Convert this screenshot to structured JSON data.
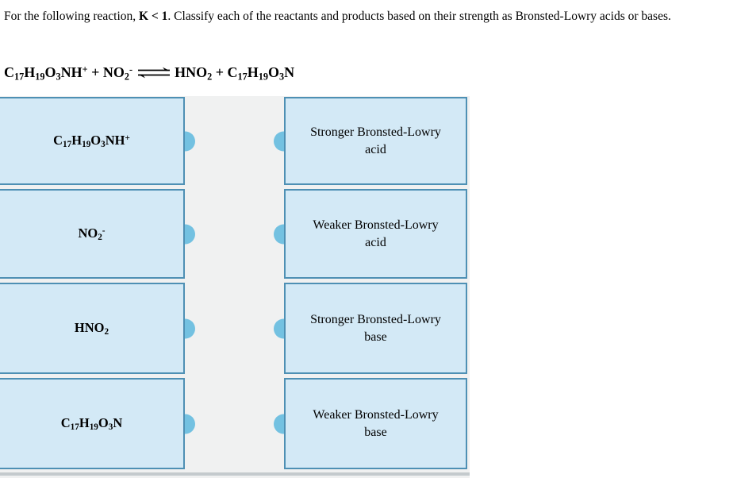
{
  "question": {
    "text_before": "For the following reaction, ",
    "text_bold": "K < 1",
    "text_after": ". Classify each of the reactants and products based on their strength as Bronsted-Lowry acids or bases."
  },
  "equation": {
    "reactants": "C_17_H_19_O_3_NH^+^ + NO_2_^-^",
    "arrow_icon": "equilibrium-double-harpoon",
    "products": "HNO_2_ + C_17_H_19_O_3_N"
  },
  "left_items": [
    {
      "formula": "C_17_H_19_O_3_NH^+^"
    },
    {
      "formula": "NO_2_^-^"
    },
    {
      "formula": "HNO_2_"
    },
    {
      "formula": "C_17_H_19_O_3_N"
    }
  ],
  "right_items": [
    {
      "line1": "Stronger Bronsted-Lowry",
      "line2": "acid"
    },
    {
      "line1": "Weaker Bronsted-Lowry",
      "line2": "acid"
    },
    {
      "line1": "Stronger Bronsted-Lowry",
      "line2": "base"
    },
    {
      "line1": "Weaker Bronsted-Lowry",
      "line2": "base"
    }
  ],
  "colors": {
    "box_fill": "#d3e9f6",
    "box_border": "#4e90b4",
    "connector": "#73c1e1",
    "panel_background": "#f0f1f1",
    "scrollbar": "#c4cacd"
  }
}
